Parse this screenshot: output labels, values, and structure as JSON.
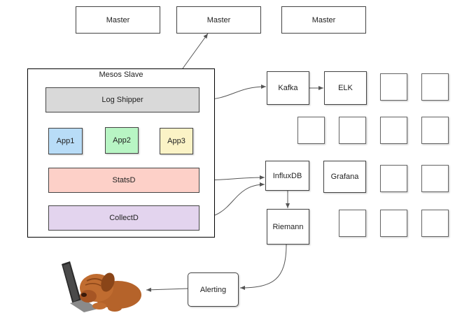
{
  "masters": [
    "Master",
    "Master",
    "Master"
  ],
  "slave": {
    "title": "Mesos Slave",
    "log_shipper": "Log Shipper",
    "apps": [
      "App1",
      "App2",
      "App3"
    ],
    "statsd": "StatsD",
    "collectd": "CollectD"
  },
  "services": {
    "kafka": "Kafka",
    "elk": "ELK",
    "influxdb": "InfluxDB",
    "grafana": "Grafana",
    "riemann": "Riemann",
    "alerting": "Alerting"
  },
  "colors": {
    "log_shipper": "#d9d9d9",
    "app1": "#b8dcf7",
    "app2": "#b8f5c4",
    "app3": "#fbf3c6",
    "statsd": "#fdd0c8",
    "collectd": "#e3d4ee",
    "arrow": "#555555"
  },
  "illustration": "dog-with-laptop"
}
